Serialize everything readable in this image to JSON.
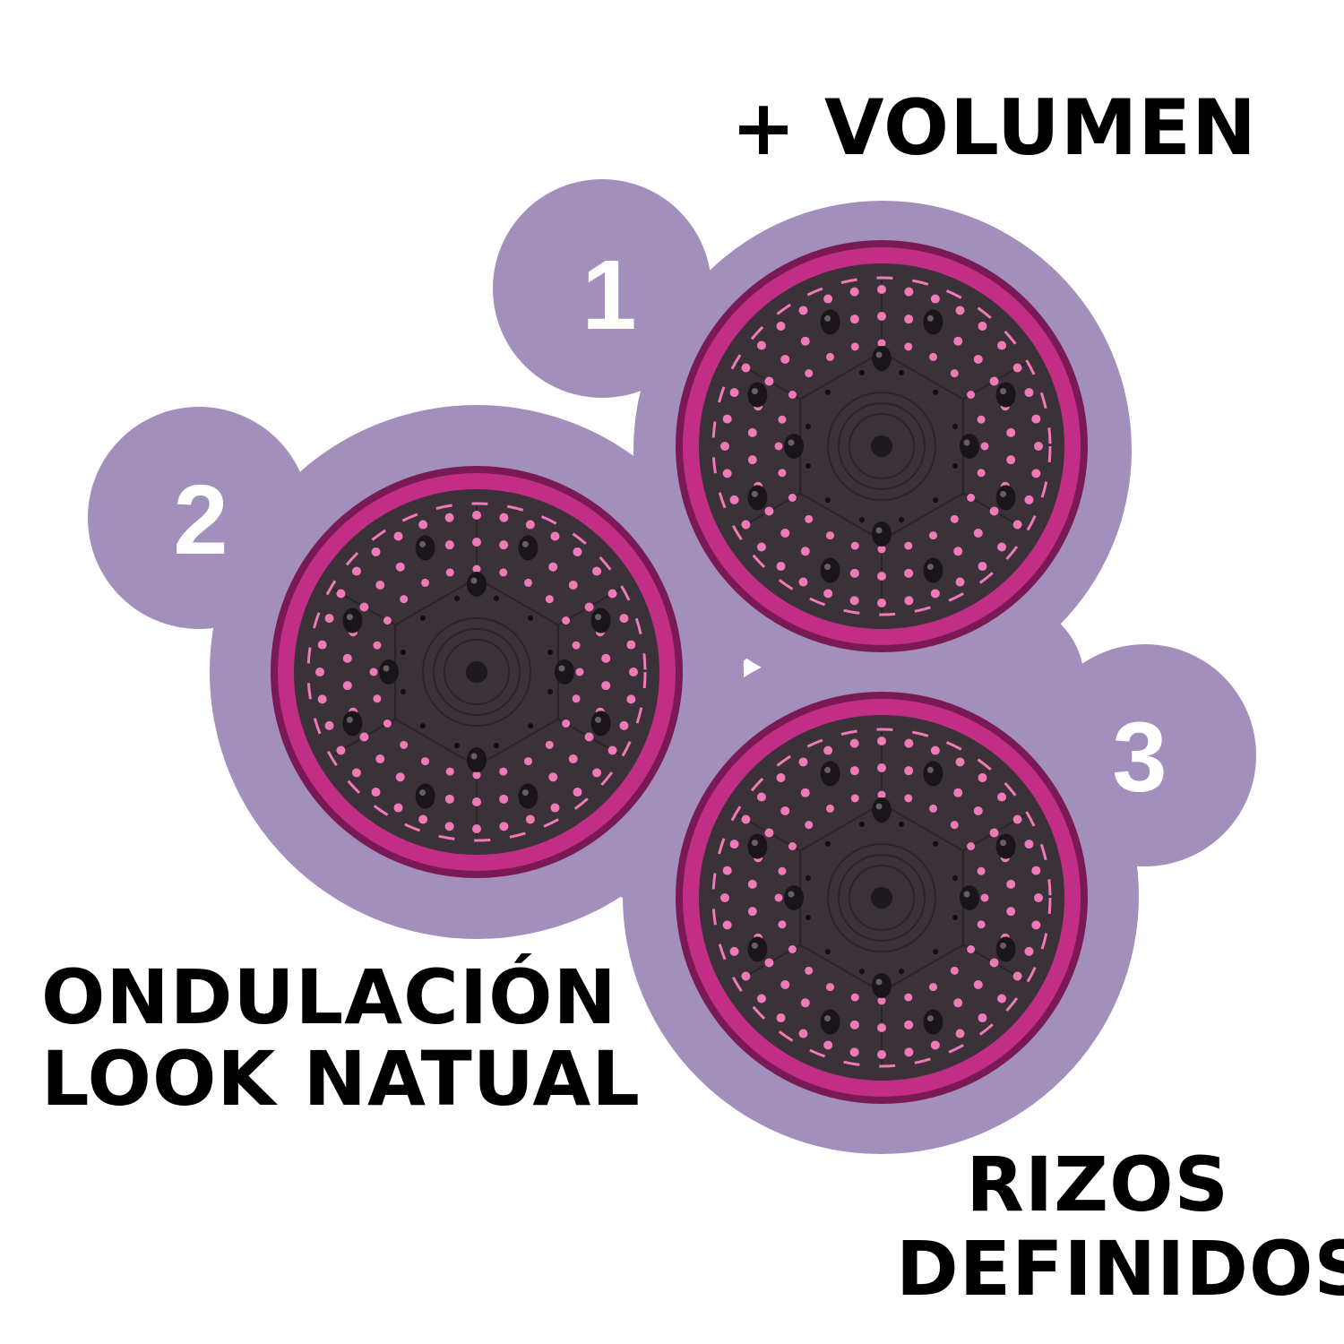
{
  "labels": {
    "volumen": "+ VOLUMEN",
    "ondulacion": [
      "ONDULACIÓN",
      "LOOK NATUAL"
    ],
    "rizos": [
      "RIZOS",
      "DEFINIDOS"
    ]
  },
  "diffusers": [
    {
      "number": "1"
    },
    {
      "number": "2"
    },
    {
      "number": "3"
    }
  ],
  "colors": {
    "blob": "#a38fbc",
    "ring": "#c22d86",
    "ring_dark": "#7a1a55",
    "face": "#3a3238",
    "dots": "#f07ab8",
    "number": "#ffffff",
    "text": "#000000"
  }
}
